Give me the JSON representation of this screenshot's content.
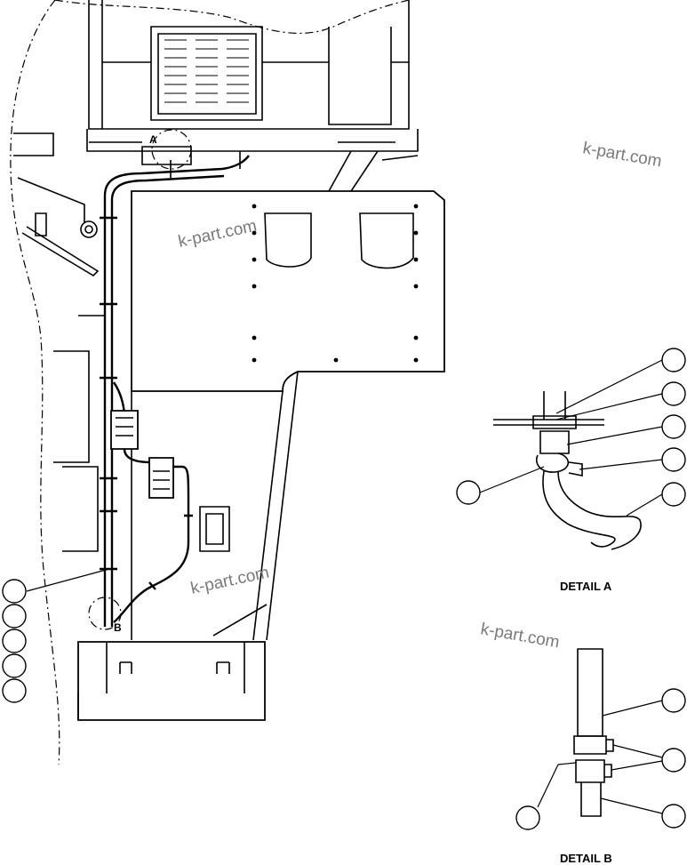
{
  "detail_labels": {
    "detail_a": "DETAIL A",
    "detail_b": "DETAIL B",
    "ref_a": "A",
    "ref_b": "B"
  },
  "watermark": "k-part.com"
}
